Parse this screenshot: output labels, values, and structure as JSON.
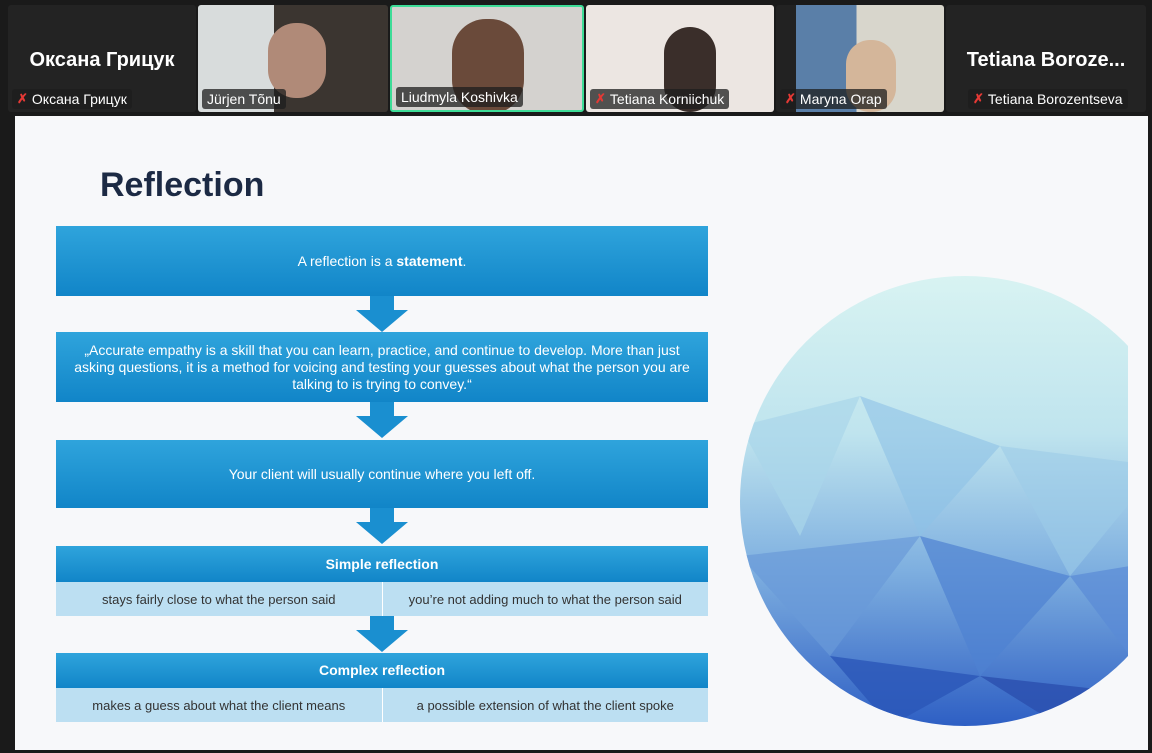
{
  "participants": [
    {
      "name": "Оксана Грицук",
      "display": "Оксана Грицук",
      "muted": true,
      "video": false
    },
    {
      "name": "Jürjen Tõnu",
      "muted": false,
      "video": true
    },
    {
      "name": "Liudmyla Koshivka",
      "muted": false,
      "video": true,
      "active_speaker": true
    },
    {
      "name": "Tetiana Korniichuk",
      "muted": true,
      "video": true
    },
    {
      "name": "Maryna Orap",
      "muted": true,
      "video": true
    },
    {
      "name": "Tetiana Borozentseva",
      "display": "Tetiana  Boroze...",
      "muted": true,
      "video": false
    }
  ],
  "slide": {
    "title": "Reflection",
    "step1_pre": "A reflection is a ",
    "step1_bold": "statement",
    "step1_post": ".",
    "step2": "„Accurate empathy is a skill that you can learn, practice, and continue to develop. More than just asking questions, it is a method for voicing and testing your guesses about what the person you are talking to is trying to convey.“",
    "step3": "Your client will usually continue where you left off.",
    "simple": {
      "header": "Simple reflection",
      "left": "stays fairly close to what the person said",
      "right": "you’re not adding much to what the person said"
    },
    "complex": {
      "header": "Complex reflection",
      "left": "makes a guess about what the client means",
      "right": "a possible extension of what the client spoke"
    }
  },
  "colors": {
    "accent": "#1a96d4",
    "speaker": "#3ddc97",
    "muted": "#e53935"
  }
}
